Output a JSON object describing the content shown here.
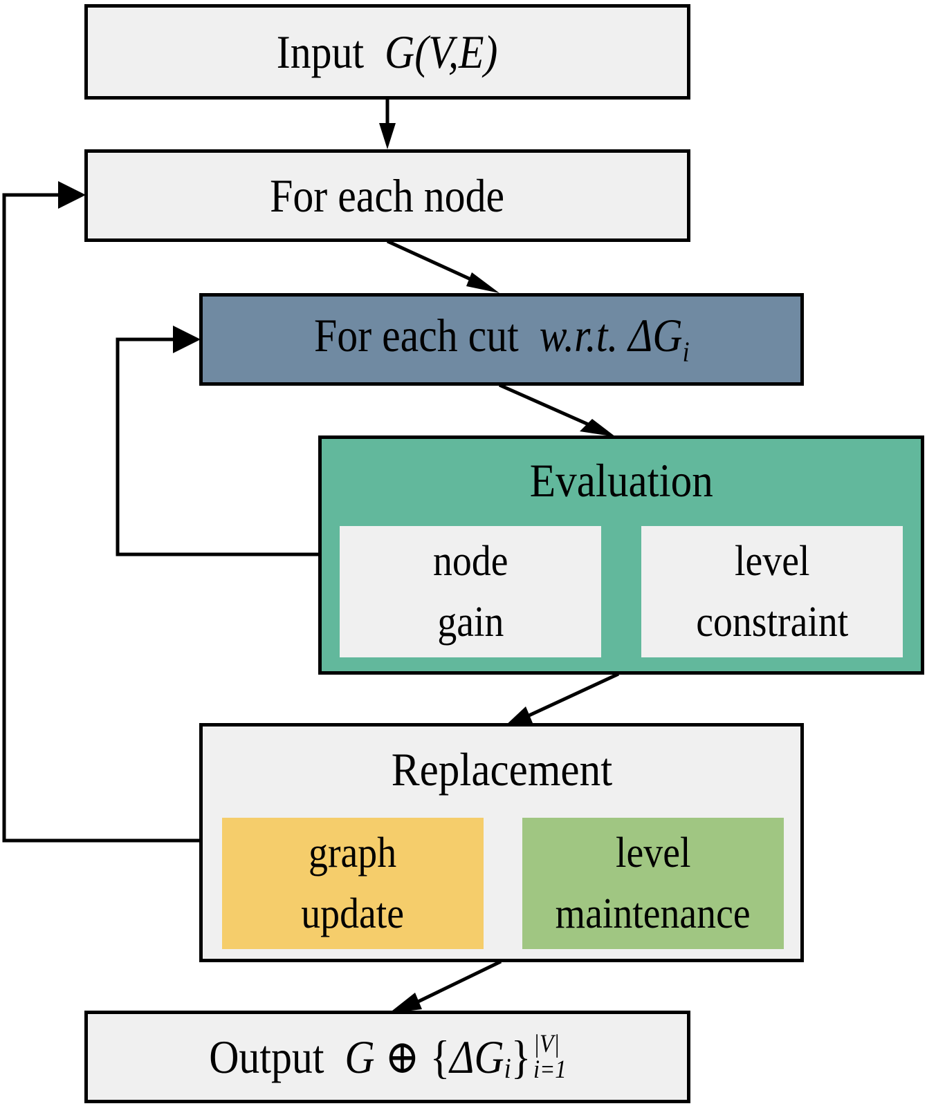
{
  "diagram": {
    "type": "flowchart",
    "nodes": {
      "input": {
        "label": "Input",
        "math": "G(V,E)"
      },
      "for_each_node": {
        "label": "For each node"
      },
      "for_each_cut": {
        "label": "For each cut",
        "math_prefix": "w.r.t.",
        "math_symbol": "ΔG",
        "math_subscript": "i"
      },
      "evaluation": {
        "title": "Evaluation",
        "items": [
          {
            "line1": "node",
            "line2": "gain"
          },
          {
            "line1": "level",
            "line2": "constraint"
          }
        ]
      },
      "replacement": {
        "title": "Replacement",
        "items": [
          {
            "line1": "graph",
            "line2": "update"
          },
          {
            "line1": "level",
            "line2": "maintenance"
          }
        ]
      },
      "output": {
        "label": "Output",
        "math_g": "G",
        "operator": "⊕",
        "set_open": "{",
        "set_symbol": "ΔG",
        "set_subscript": "i",
        "set_close": "}",
        "upper_bound": "|V|",
        "lower_bound": "i=1"
      }
    },
    "edges": [
      {
        "from": "input",
        "to": "for_each_node"
      },
      {
        "from": "for_each_node",
        "to": "for_each_cut"
      },
      {
        "from": "for_each_cut",
        "to": "evaluation"
      },
      {
        "from": "evaluation",
        "to": "for_each_cut",
        "kind": "loop-back"
      },
      {
        "from": "evaluation",
        "to": "replacement"
      },
      {
        "from": "replacement",
        "to": "for_each_node",
        "kind": "loop-back"
      },
      {
        "from": "replacement",
        "to": "output"
      }
    ],
    "colors": {
      "light_fill": "#f0f0f0",
      "cut_fill": "#708aa2",
      "evaluation_fill": "#62b89c",
      "graph_update_fill": "#f5cd6b",
      "level_maintenance_fill": "#a0c682",
      "stroke": "#000000"
    }
  }
}
